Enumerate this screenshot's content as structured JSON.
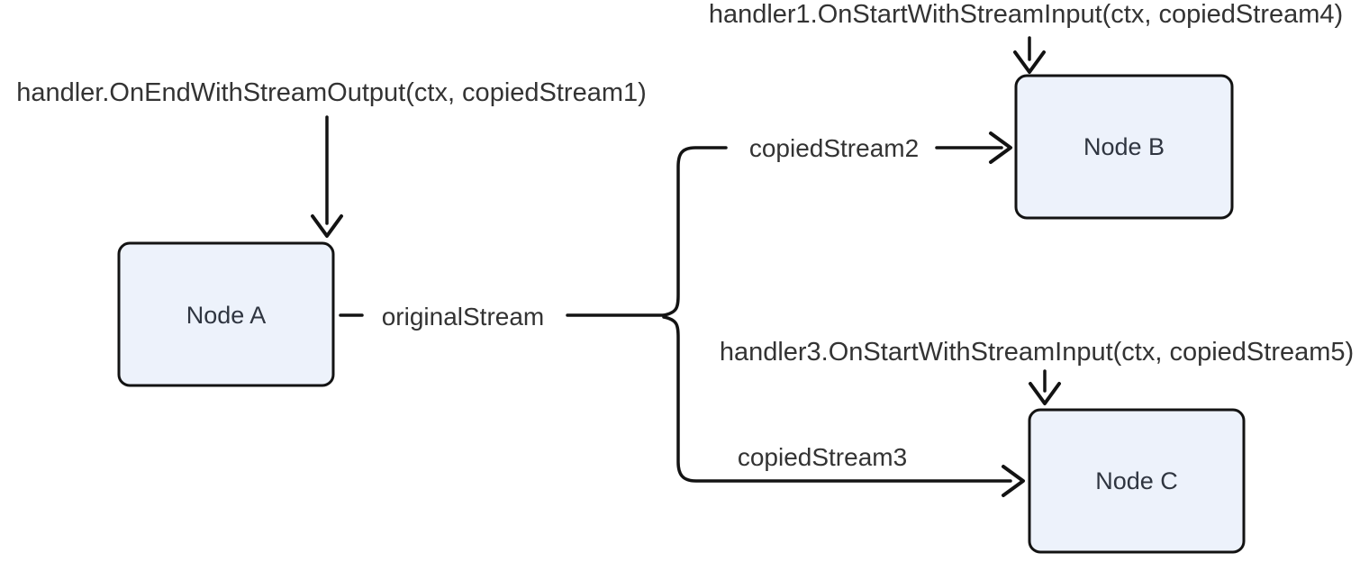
{
  "diagram": {
    "type": "flowchart",
    "colors": {
      "background": "#ffffff",
      "line": "#131313",
      "text": "#333333",
      "node_fill": "#edf2fb",
      "node_border": "#131313",
      "node_text": "#2f3540"
    },
    "nodes": [
      {
        "id": "A",
        "label": "Node A"
      },
      {
        "id": "B",
        "label": "Node B"
      },
      {
        "id": "C",
        "label": "Node C"
      }
    ],
    "edges": [
      {
        "from": "A",
        "to": "fork",
        "label": "originalStream"
      },
      {
        "from": "fork",
        "to": "B",
        "label": "copiedStream2"
      },
      {
        "from": "fork",
        "to": "C",
        "label": "copiedStream3"
      }
    ],
    "annotations": [
      {
        "target": "A",
        "text": "handler.OnEndWithStreamOutput(ctx, copiedStream1)"
      },
      {
        "target": "B",
        "text": "handler1.OnStartWithStreamInput(ctx, copiedStream4)"
      },
      {
        "target": "C",
        "text": "handler3.OnStartWithStreamInput(ctx, copiedStream5)"
      }
    ]
  }
}
